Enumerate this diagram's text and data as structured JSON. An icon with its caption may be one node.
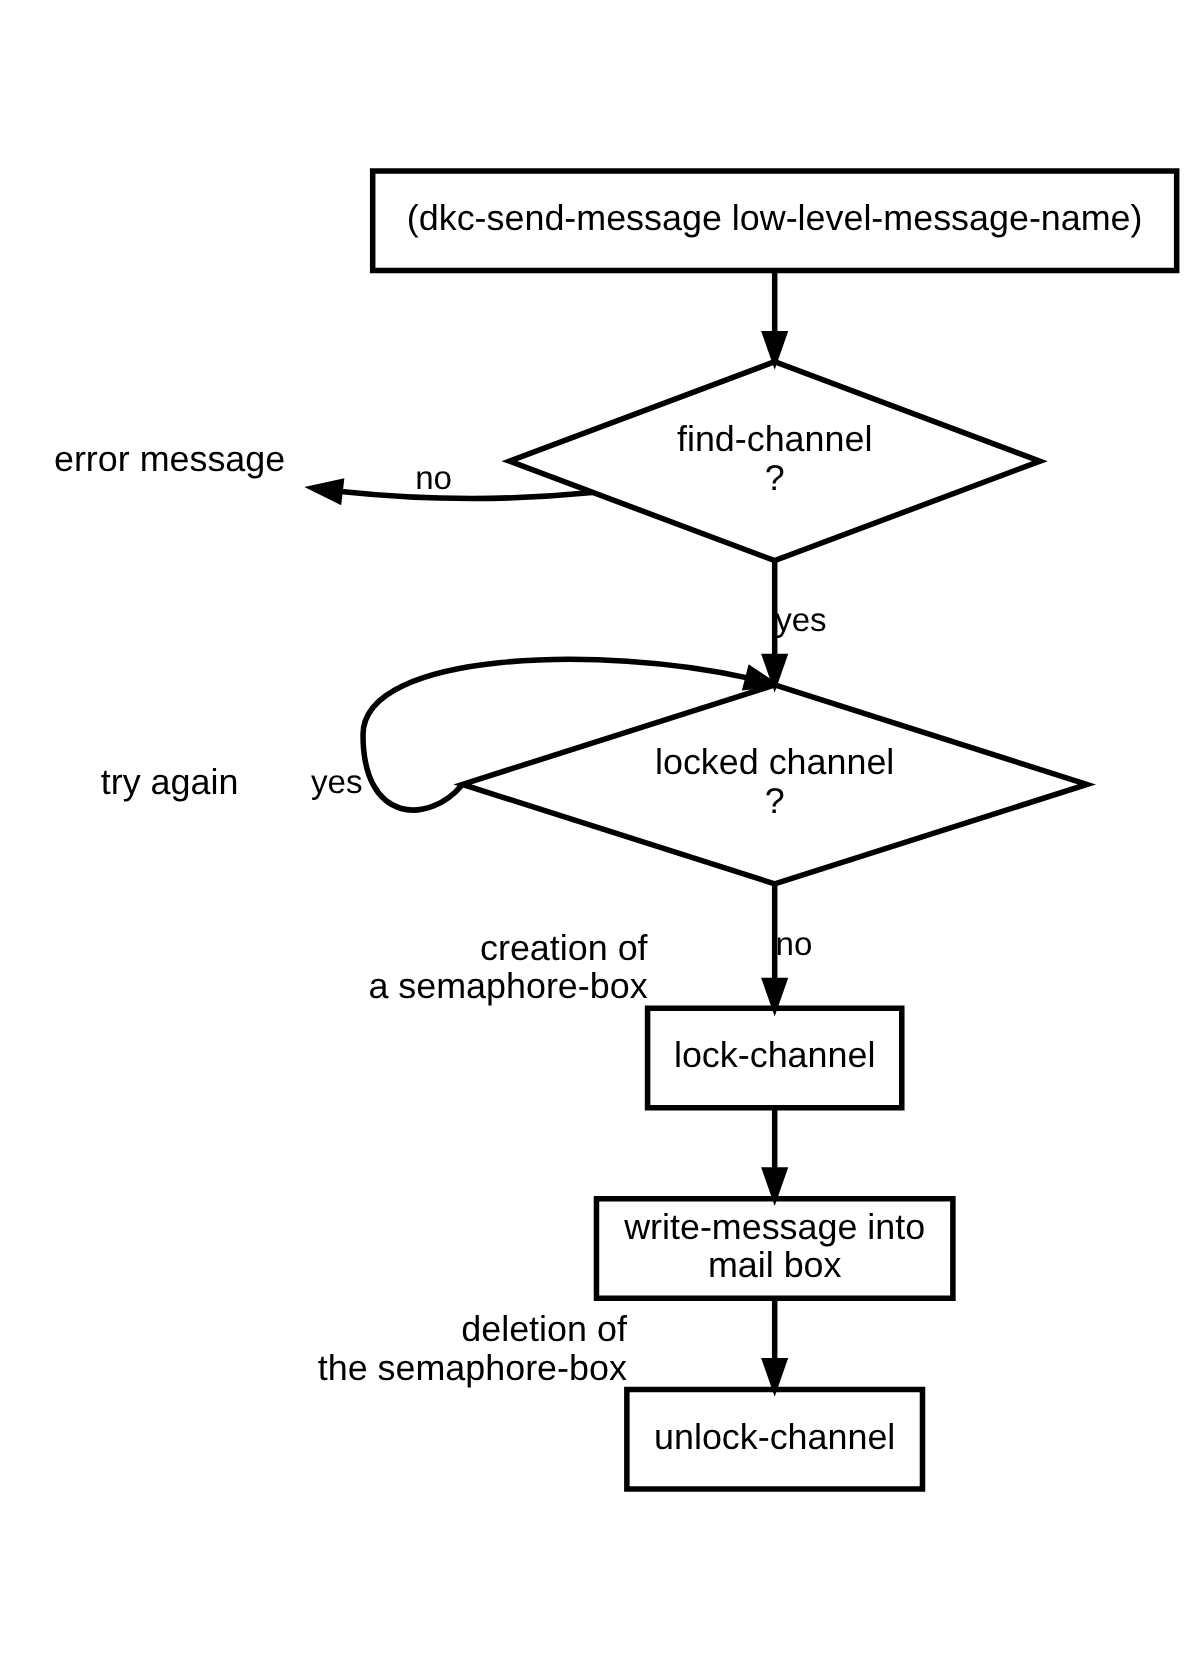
{
  "diagram": {
    "nodes": [
      {
        "text": [
          "(dkc-send-message low-level-message-name)"
        ]
      },
      {
        "text": [
          "find-channel ?"
        ]
      },
      {
        "text": [
          "error message"
        ]
      },
      {
        "text": [
          "locked channel ?"
        ]
      },
      {
        "text": [
          "lock-channel"
        ],
        "beside": [
          "creation of a semaphore-box"
        ]
      },
      {
        "text": [
          "write-message into mail box"
        ]
      },
      {
        "text": [
          "unlock-channel"
        ],
        "beside": [
          "deletion of the semaphore-box"
        ]
      }
    ],
    "edges": [
      {
        "from": 0,
        "to": 1,
        "arrow": "to"
      },
      {
        "from": 1,
        "to": 2,
        "arrow": "to",
        "label": "no"
      },
      {
        "from": 1,
        "to": 3,
        "arrow": "to",
        "label": "yes"
      },
      {
        "from": 3,
        "to": 3,
        "arrow": "to",
        "label": "yes"
      },
      {
        "from": 3,
        "to": 4,
        "arrow": "to",
        "label": "no"
      },
      {
        "from": 4,
        "to": 5,
        "arrow": "to"
      },
      {
        "from": 5,
        "to": 6,
        "arrow": "to"
      }
    ],
    "labels": [
      "try again"
    ]
  }
}
